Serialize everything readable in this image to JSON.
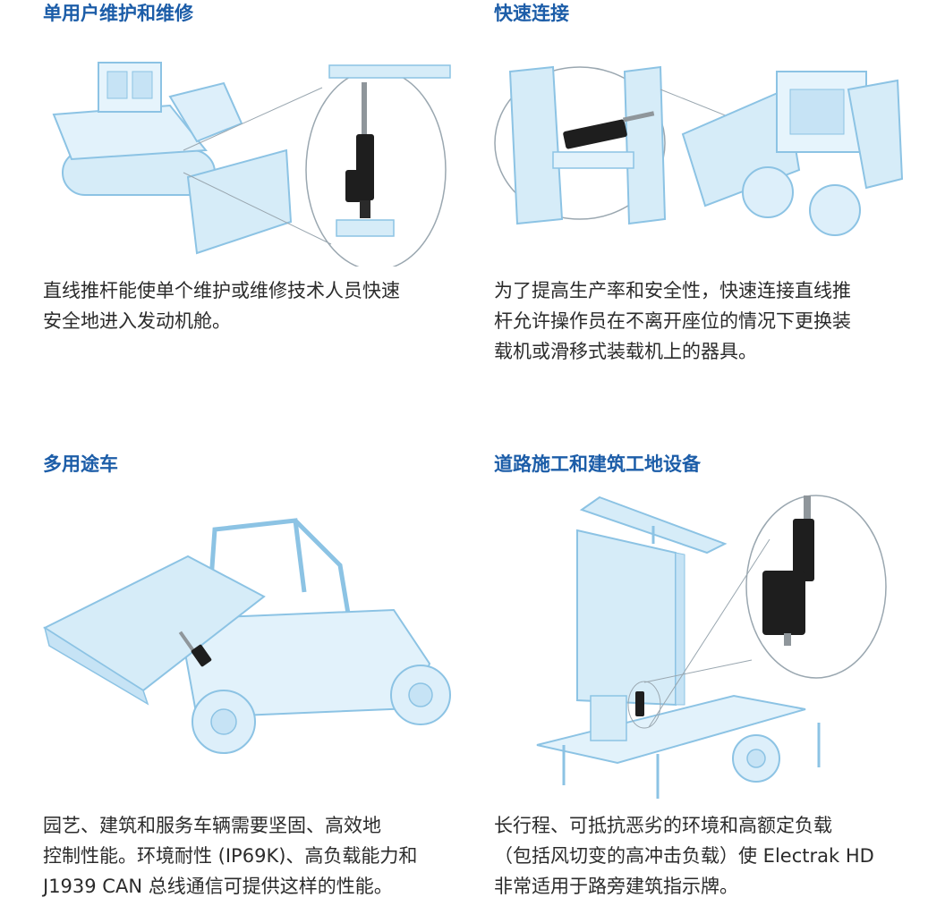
{
  "sections": [
    {
      "title": "单用户维护和维修",
      "lines": [
        "直线推杆能使单个维护或维修技术人员快速",
        "安全地进入发动机舱。"
      ]
    },
    {
      "title": "快速连接",
      "lines": [
        "为了提高生产率和安全性，快速连接直线推",
        "杆允许操作员在不离开座位的情况下更换装",
        "载机或滑移式装载机上的器具。"
      ]
    },
    {
      "title": "多用途车",
      "lines": [
        "园艺、建筑和服务车辆需要坚固、高效地",
        "控制性能。环境耐性 (IP69K)、高负载能力和",
        "J1939 CAN 总线通信可提供这样的性能。"
      ]
    },
    {
      "title": "道路施工和建筑工地设备",
      "lines": [
        "长行程、可抵抗恶劣的环境和高额定负载",
        "（包括风切变的高冲击负载）使 Electrak HD",
        "非常适用于路旁建筑指示牌。"
      ]
    }
  ],
  "colors": {
    "heading": "#1c5da8",
    "text": "#2b2b2b",
    "illustration_fill": "#d6ecf8",
    "illustration_stroke": "#8cc3e4",
    "actuator": "#1e1e1e"
  },
  "icons": [
    "bulldozer-illustration",
    "loader-illustration",
    "utility-vehicle-illustration",
    "sign-trailer-illustration",
    "linear-actuator-icon"
  ]
}
